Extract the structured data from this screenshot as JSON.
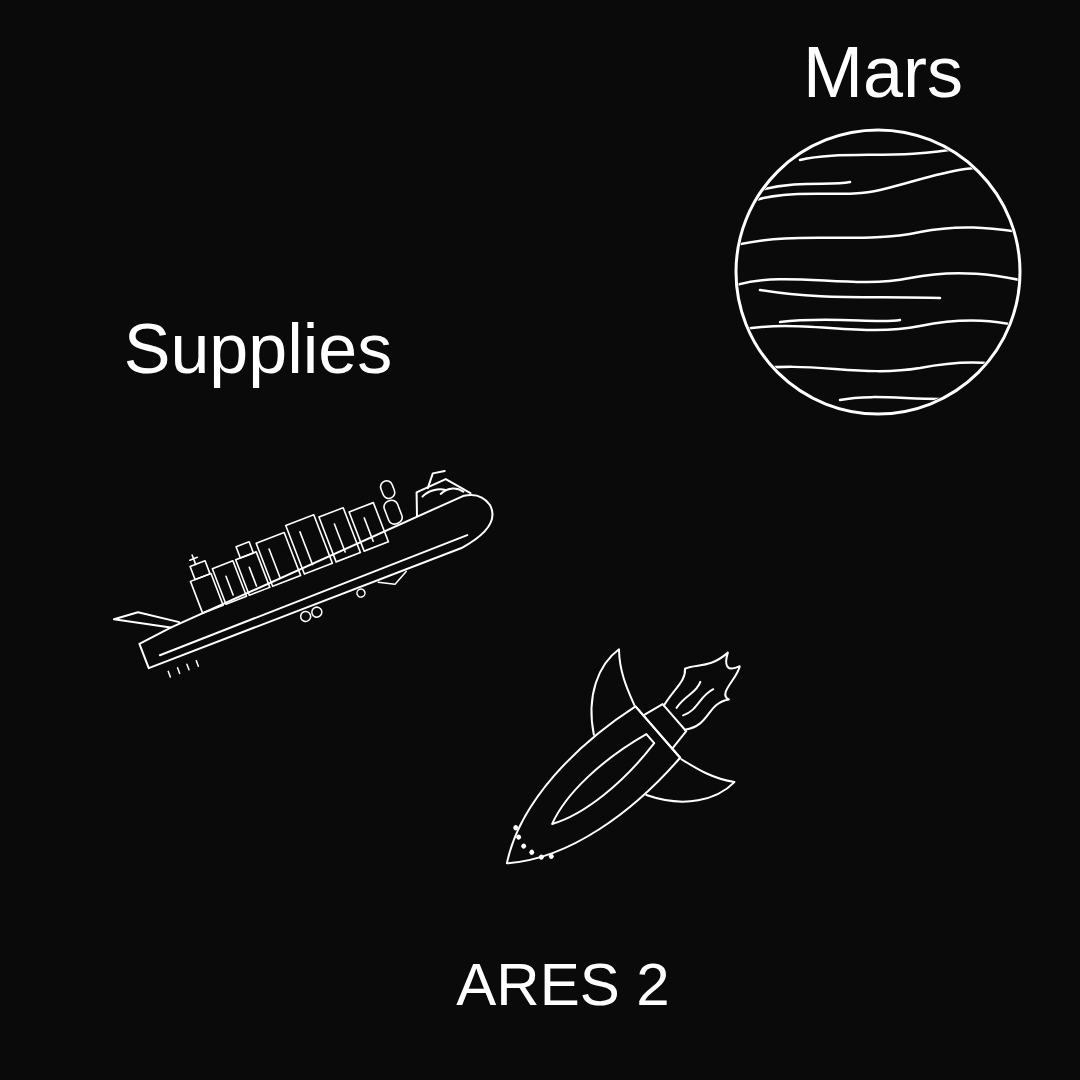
{
  "diagram": {
    "labels": [
      "Mars",
      "Supplies",
      "ARES 2"
    ]
  }
}
